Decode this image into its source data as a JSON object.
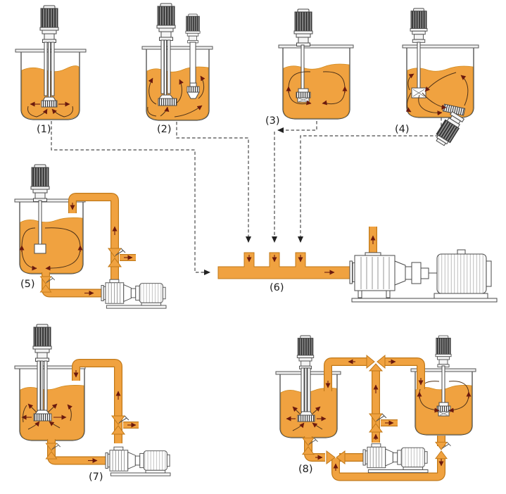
{
  "diagram": {
    "title": "",
    "labels": {
      "1": "(1)",
      "2": "(2)",
      "3": "(3)",
      "4": "(4)",
      "5": "(5)",
      "6": "(6)",
      "7": "(7)",
      "8": "(8)"
    },
    "colors": {
      "background": "#ffffff",
      "liquid": "#F0A240",
      "pipe_fill": "#F0A240",
      "pipe_outline": "#C07818",
      "equipment_line": "#4a4a4a",
      "flow_arrow": "#6b1a0e",
      "dashed_line": "#4a4a4a",
      "motor_dark": "#2e2e2e"
    },
    "configurations": [
      {
        "id": 1,
        "label": "(1)",
        "components": [
          "open-tank",
          "batch-high-shear-mixer",
          "radial-flow-arrows"
        ]
      },
      {
        "id": 2,
        "label": "(2)",
        "components": [
          "open-tank",
          "batch-high-shear-mixer",
          "auxiliary-mixer",
          "circulation-arrows"
        ]
      },
      {
        "id": 3,
        "label": "(3)",
        "components": [
          "open-tank",
          "top-entry-high-shear-mixer",
          "circulation-loops"
        ]
      },
      {
        "id": 4,
        "label": "(4)",
        "components": [
          "open-tank",
          "top-entry-agitator",
          "bottom-entry-high-shear-mixer"
        ]
      },
      {
        "id": 5,
        "label": "(5)",
        "components": [
          "agitated-tank",
          "drain-valve",
          "inline-homogenizer-pump",
          "recirculation-loop",
          "riser-valve",
          "side-port"
        ]
      },
      {
        "id": 6,
        "label": "(6)",
        "components": [
          "collection-manifold",
          "three-inlet-stubs",
          "inline-homogenizer-pump",
          "outlet-riser"
        ]
      },
      {
        "id": 7,
        "label": "(7)",
        "components": [
          "batch-high-shear-mixer-tank",
          "drain-valve",
          "inline-homogenizer-pump",
          "recirculation-loop",
          "riser-valve",
          "side-port"
        ]
      },
      {
        "id": 8,
        "label": "(8)",
        "components": [
          "batch-high-shear-mixer-tank",
          "agitated-tank",
          "inline-homogenizer-pump",
          "transfer-valves",
          "crossover-piping"
        ]
      }
    ]
  }
}
